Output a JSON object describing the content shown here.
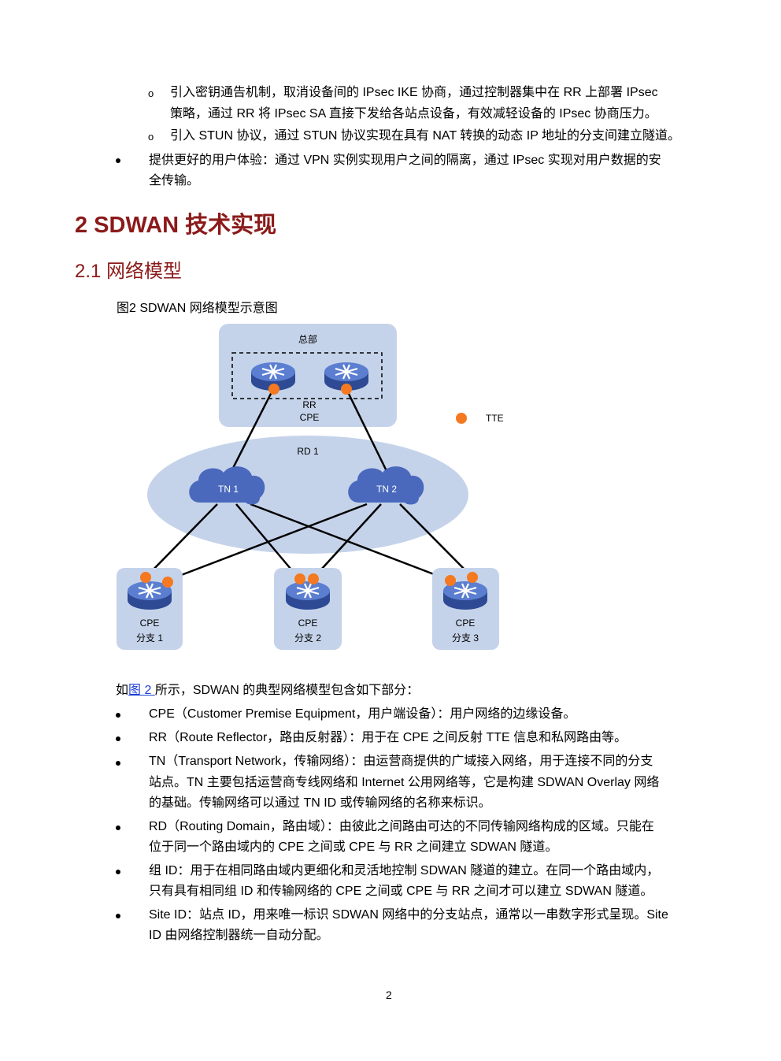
{
  "top_list": [
    {
      "line1": "引入密钥通告机制，取消设备间的 IPsec IKE 协商，通过控制器集中在 RR 上部署 IPsec",
      "line2": "策略，通过 RR 将 IPsec SA 直接下发给各站点设备，有效减轻设备的 IPsec 协商压力。"
    },
    {
      "line1": "引入 STUN 协议，通过 STUN 协议实现在具有 NAT 转换的动态 IP 地址的分支间建立隧道。"
    }
  ],
  "top_bullet": {
    "line1": "提供更好的用户体验：通过 VPN 实例实现用户之间的隔离，通过 IPsec 实现对用户数据的安",
    "line2": "全传输。"
  },
  "section_title": "2  SDWAN 技术实现",
  "subsection_title": "2.1  网络模型",
  "figure_caption": "图2 SDWAN 网络模型示意图",
  "diagram": {
    "hq_label": "总部",
    "rr_label": "RR",
    "hq_cpe_label": "CPE",
    "legend_label": "TTE",
    "rd_label": "RD 1",
    "tn1_label": "TN 1",
    "tn2_label": "TN 2",
    "branches": [
      {
        "cpe": "CPE",
        "name": "分支 1"
      },
      {
        "cpe": "CPE",
        "name": "分支 2"
      },
      {
        "cpe": "CPE",
        "name": "分支 3"
      }
    ],
    "colors": {
      "box": "#c5d3ea",
      "router": "#3d5aa8",
      "tte": "#f47920",
      "cloud": "#4a69bd"
    }
  },
  "intro": {
    "prefix": "如",
    "link": "图 2 ",
    "suffix": "所示，SDWAN 的典型网络模型包含如下部分："
  },
  "bullets": [
    {
      "line1": "CPE（Customer Premise Equipment，用户端设备）：用户网络的边缘设备。"
    },
    {
      "line1": "RR（Route Reflector，路由反射器）：用于在 CPE 之间反射 TTE 信息和私网路由等。"
    },
    {
      "line1": "TN（Transport Network，传输网络）：由运营商提供的广域接入网络，用于连接不同的分支",
      "line2": "站点。TN 主要包括运营商专线网络和 Internet 公用网络等，它是构建 SDWAN Overlay 网络",
      "line3": "的基础。传输网络可以通过 TN ID 或传输网络的名称来标识。"
    },
    {
      "line1": "RD（Routing Domain，路由域）：由彼此之间路由可达的不同传输网络构成的区域。只能在",
      "line2": "位于同一个路由域内的 CPE 之间或 CPE 与 RR 之间建立 SDWAN 隧道。"
    },
    {
      "line1": "组 ID：用于在相同路由域内更细化和灵活地控制 SDWAN 隧道的建立。在同一个路由域内，",
      "line2": "只有具有相同组 ID 和传输网络的 CPE 之间或 CPE 与 RR 之间才可以建立 SDWAN 隧道。"
    },
    {
      "line1": "Site ID：站点 ID，用来唯一标识 SDWAN 网络中的分支站点，通常以一串数字形式呈现。Site",
      "line2": "ID 由网络控制器统一自动分配。"
    }
  ],
  "page_number": "2"
}
